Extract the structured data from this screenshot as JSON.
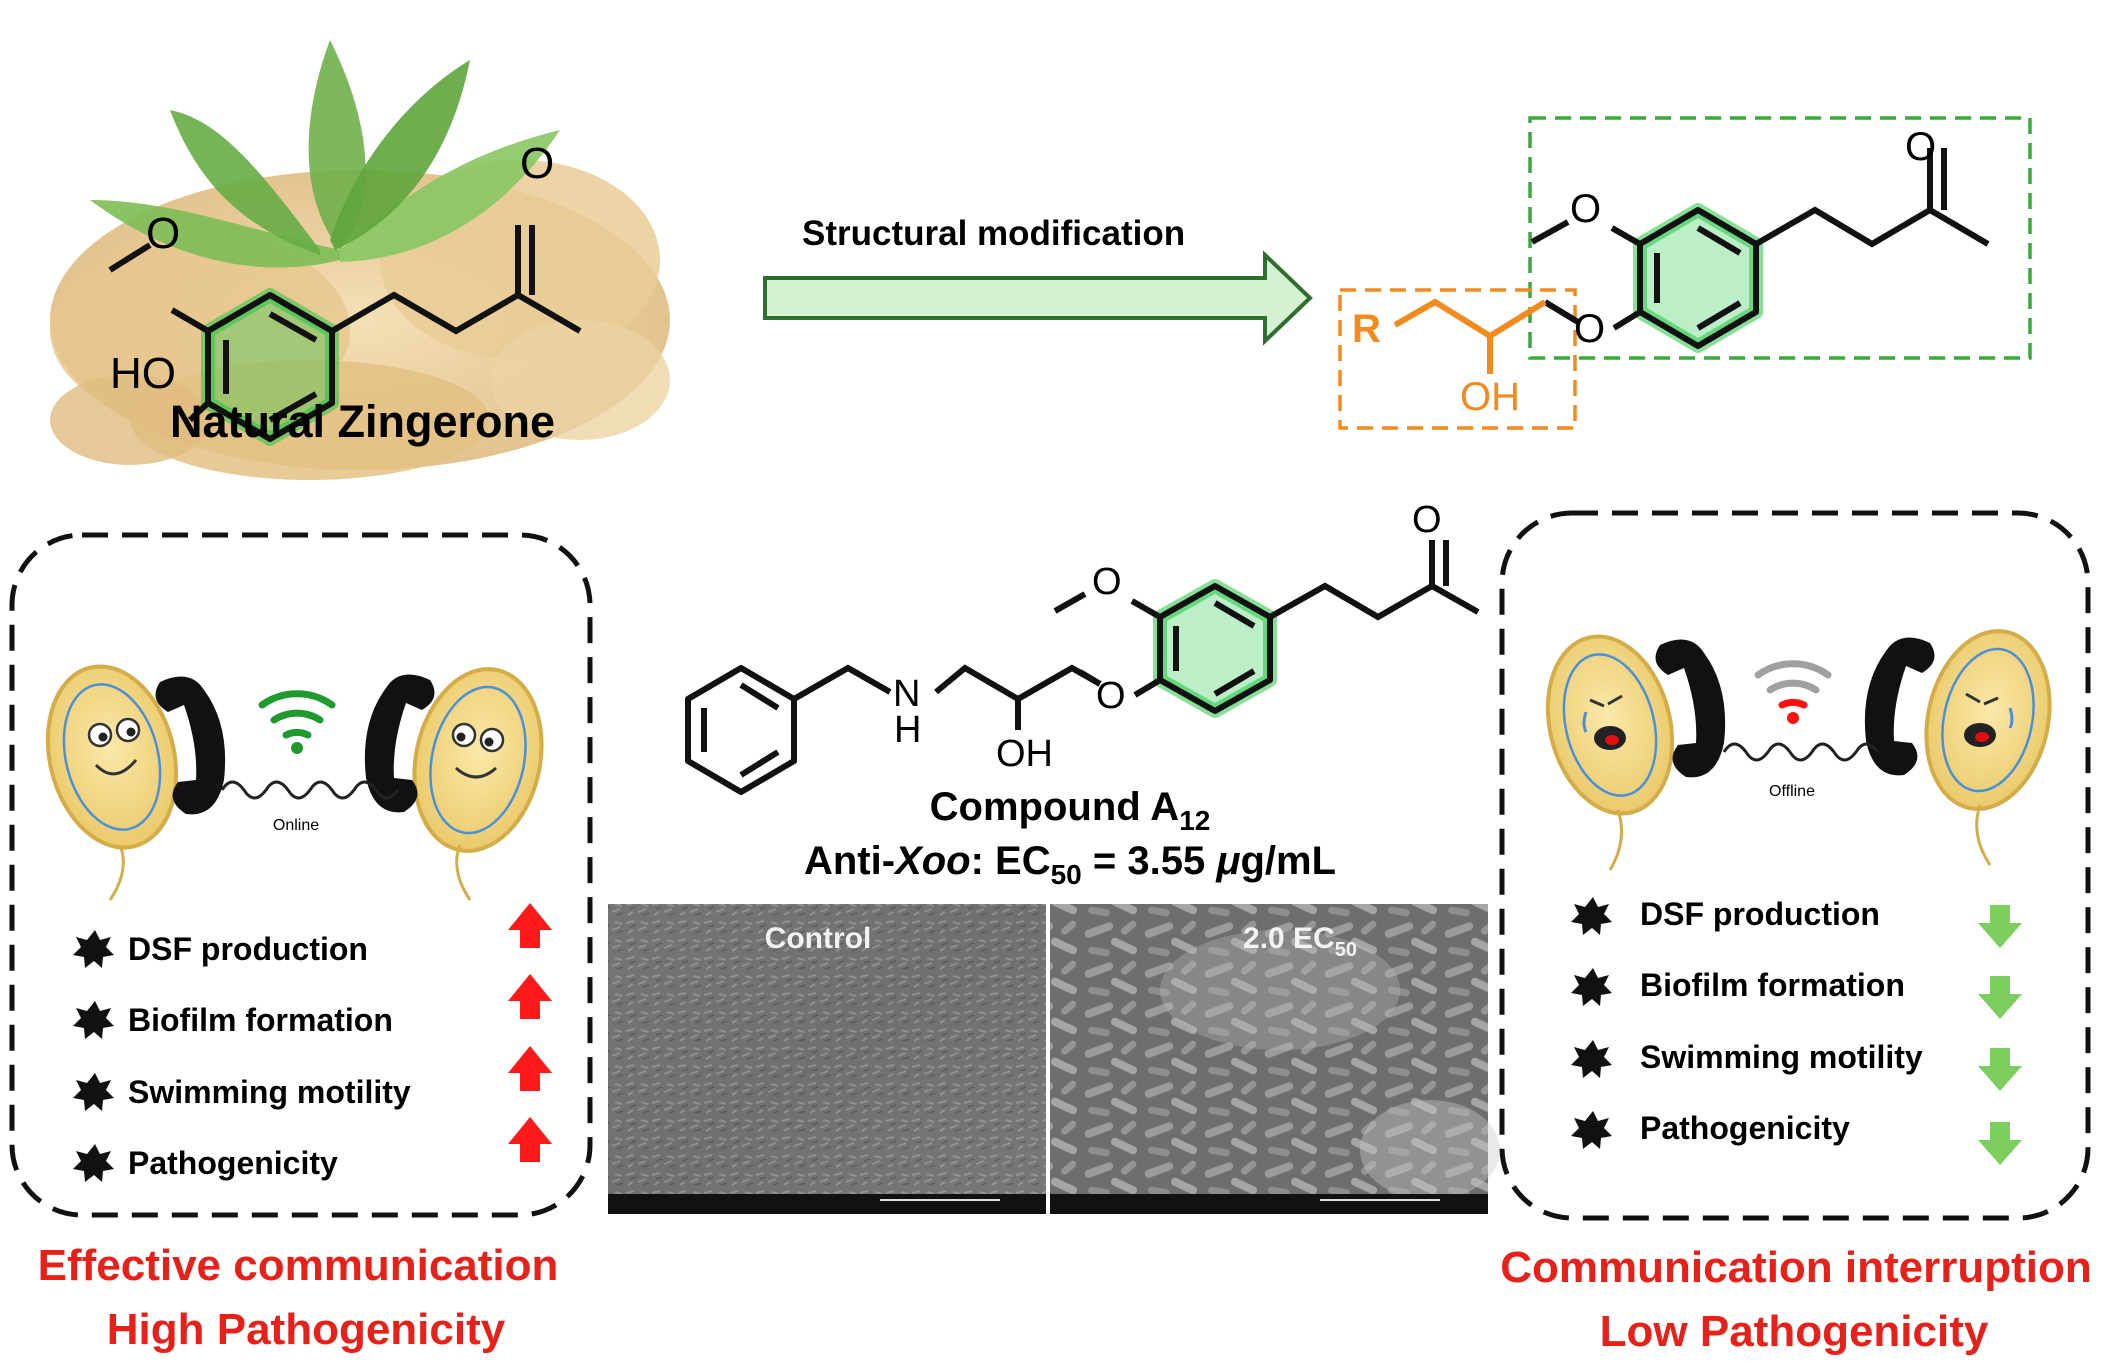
{
  "top": {
    "natural_label": "Natural Zingerone",
    "arrow_label": "Structural modification",
    "atom_O": "O",
    "atom_HO": "HO",
    "atom_R": "R",
    "atom_OH": "OH"
  },
  "compound": {
    "atom_N": "N",
    "atom_H": "H",
    "atom_O": "O",
    "atom_OH": "OH",
    "name_prefix": "Compound A",
    "name_sub": "12",
    "activity_prefix": "Anti-",
    "activity_italic": "Xoo",
    "activity_mid": ": EC",
    "activity_sub": "50",
    "activity_eq": " = 3.55 ",
    "activity_mu": "μ",
    "activity_unit": "g/mL"
  },
  "sem": {
    "control_label": "Control",
    "treated_label": "2.0 EC",
    "treated_sub": "50"
  },
  "left_panel": {
    "status": "Online",
    "items": [
      "DSF production",
      "Biofilm formation",
      "Swimming motility",
      "Pathogenicity"
    ],
    "caption_line1": "Effective communication",
    "caption_line2": "High Pathogenicity"
  },
  "right_panel": {
    "status": "Offline",
    "items": [
      "DSF production",
      "Biofilm formation",
      "Swimming motility",
      "Pathogenicity"
    ],
    "caption_line1": "Communication interruption",
    "caption_line2": "Low Pathogenicity"
  },
  "colors": {
    "benzene_green": "#22c744",
    "highlight_orange": "#f28a1e",
    "box_green": "#3aa83a",
    "arrow_fill": "#d6f0d2",
    "caption_red": "#e8201a",
    "up_red": "#ff1a1a",
    "down_green": "#7ccf5e",
    "wifi_green": "#1f9a2e",
    "wifi_gray": "#a0a0a0",
    "wifi_red": "#ff1010",
    "bacteria_yellow": "#f2d77a"
  }
}
